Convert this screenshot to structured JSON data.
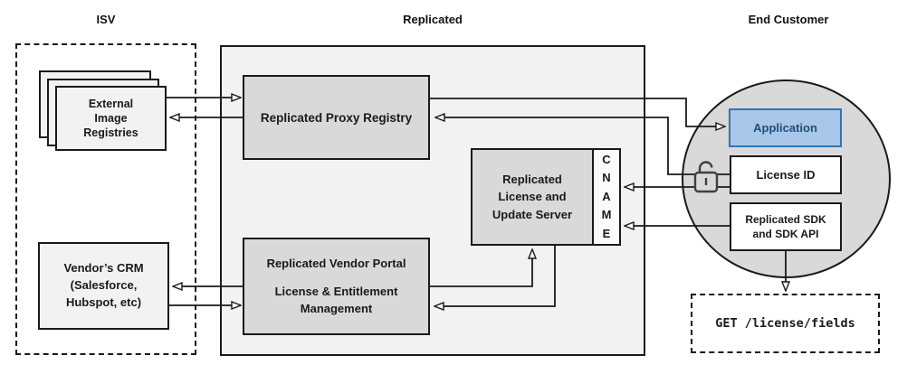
{
  "headers": {
    "isv": "ISV",
    "replicated": "Replicated",
    "end_customer": "End Customer"
  },
  "nodes": {
    "external_registries": {
      "label": "External\nImage\nRegistries"
    },
    "vendor_crm": {
      "label": "Vendor’s CRM\n(Salesforce,\nHubspot, etc)"
    },
    "proxy_registry": {
      "label": "Replicated Proxy Registry"
    },
    "license_update_server": {
      "label": "Replicated\nLicense and\nUpdate Server"
    },
    "cname": {
      "label": "C\nN\nA\nM\nE"
    },
    "vendor_portal": {
      "title": "Replicated Vendor Portal",
      "subtitle": "License & Entitlement\nManagement"
    },
    "application": {
      "label": "Application"
    },
    "license_id": {
      "label": "License ID"
    },
    "replicated_sdk": {
      "label": "Replicated SDK\nand SDK API"
    },
    "get_license_fields": {
      "label": "GET /license/fields"
    }
  },
  "icons": {
    "lock": "unlock-icon"
  },
  "colors": {
    "panel_gray": "#f2f2f2",
    "box_gray": "#d9d9d9",
    "line": "#1a1a1a",
    "application_fill": "#a9c7e8",
    "application_border": "#2e75b6",
    "application_text": "#1f4e79"
  }
}
